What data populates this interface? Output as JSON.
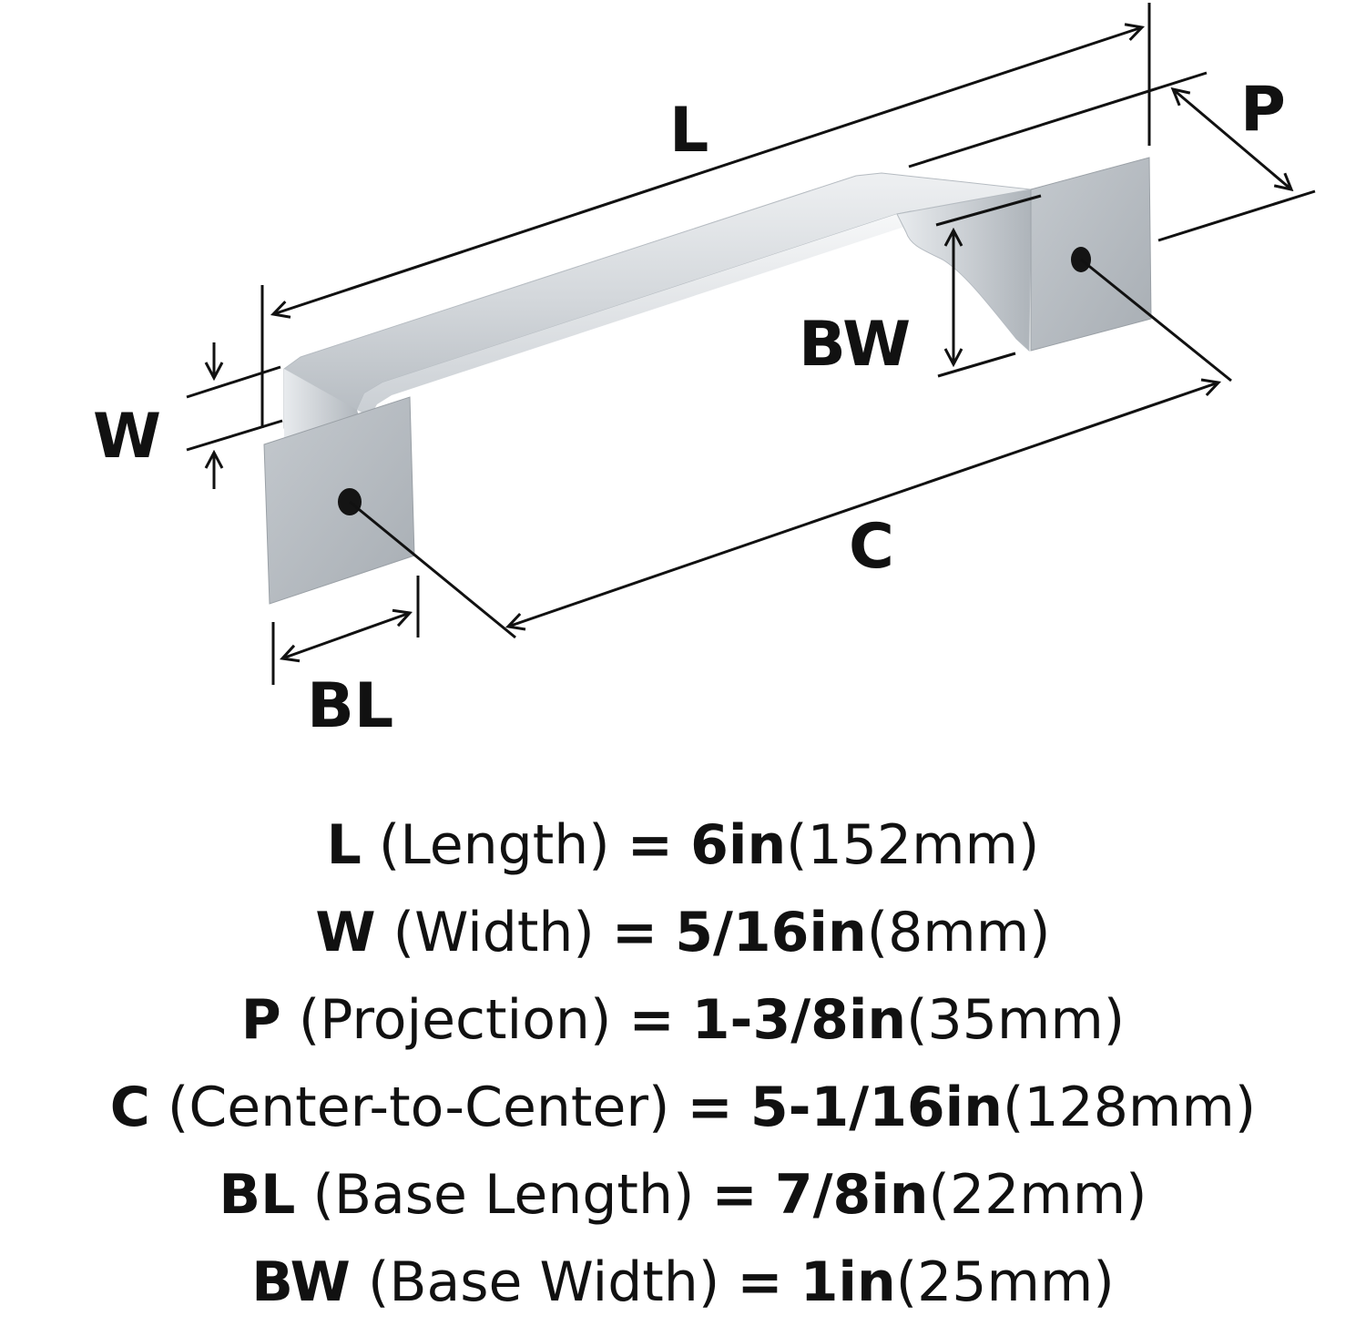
{
  "diagram": {
    "labels": {
      "L": "L",
      "P": "P",
      "W": "W",
      "BW": "BW",
      "C": "C",
      "BL": "BL"
    },
    "colors": {
      "line": "#111111",
      "metal_light": "#e6e9ec",
      "metal_mid": "#c5cacf",
      "metal_dark": "#a4aab0",
      "hole": "#141414"
    }
  },
  "specs": [
    {
      "code": "L",
      "name": "(Length)",
      "eq": "=",
      "imperial": "6in",
      "metric": "(152mm)"
    },
    {
      "code": "W",
      "name": "(Width)",
      "eq": "=",
      "imperial": "5/16in",
      "metric": "(8mm)"
    },
    {
      "code": "P",
      "name": "(Projection)",
      "eq": "=",
      "imperial": "1-3/8in",
      "metric": "(35mm)"
    },
    {
      "code": "C",
      "name": "(Center-to-Center)",
      "eq": "=",
      "imperial": "5-1/16in",
      "metric": "(128mm)"
    },
    {
      "code": "BL",
      "name": "(Base Length)",
      "eq": "=",
      "imperial": "7/8in",
      "metric": "(22mm)"
    },
    {
      "code": "BW",
      "name": "(Base Width)",
      "eq": "=",
      "imperial": "1in",
      "metric": "(25mm)"
    }
  ]
}
